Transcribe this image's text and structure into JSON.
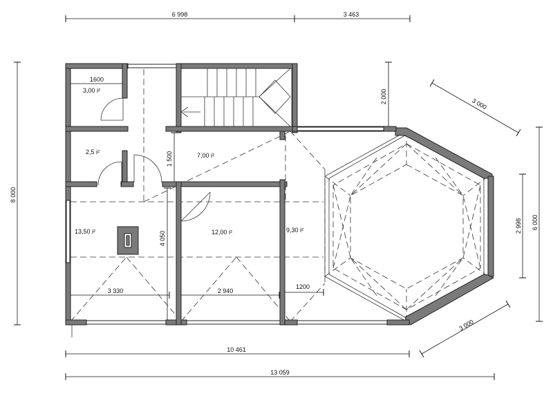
{
  "dimensions": {
    "top_left": "6 998",
    "top_right": "3 463",
    "stair_height": "2 000",
    "diag_top": "3 000",
    "left_total": "8 000",
    "right_total": "6 000",
    "right_inner": "2 998",
    "diag_bottom": "3 000",
    "bottom_inner": "10 461",
    "bottom_total": "13 059",
    "room_3330": "3 330",
    "room_2940": "2 940",
    "room_1200": "1200",
    "vertical_1500": "1 500",
    "vertical_4050": "4 050",
    "room_1600": "1600"
  },
  "rooms": {
    "r1": "3,00 i²",
    "r2": "2,5 i²",
    "r3": "7,00 i²",
    "r4": "13,50 i²",
    "r5": "12,00 i²",
    "r6": "9,30 i²"
  }
}
